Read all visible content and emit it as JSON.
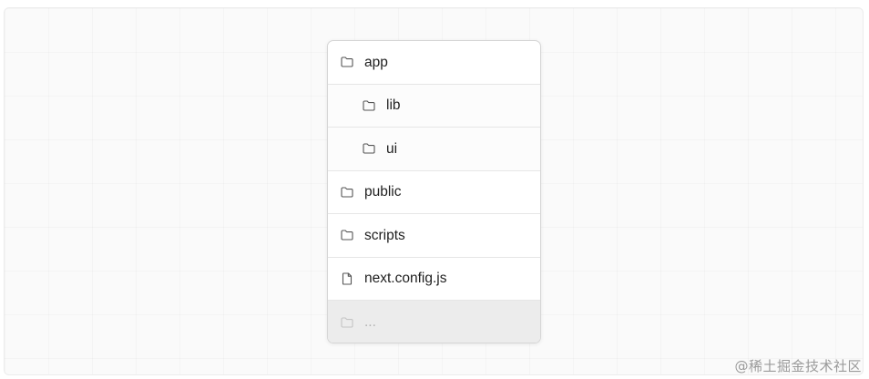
{
  "tree": {
    "items": [
      {
        "label": "app",
        "icon": "folder-icon"
      },
      {
        "label": "lib",
        "icon": "folder-icon"
      },
      {
        "label": "ui",
        "icon": "folder-icon"
      },
      {
        "label": "public",
        "icon": "folder-icon"
      },
      {
        "label": "scripts",
        "icon": "folder-icon"
      },
      {
        "label": "next.config.js",
        "icon": "file-icon"
      },
      {
        "label": "...",
        "icon": "folder-icon"
      }
    ]
  },
  "watermark": "@稀土掘金技术社区"
}
